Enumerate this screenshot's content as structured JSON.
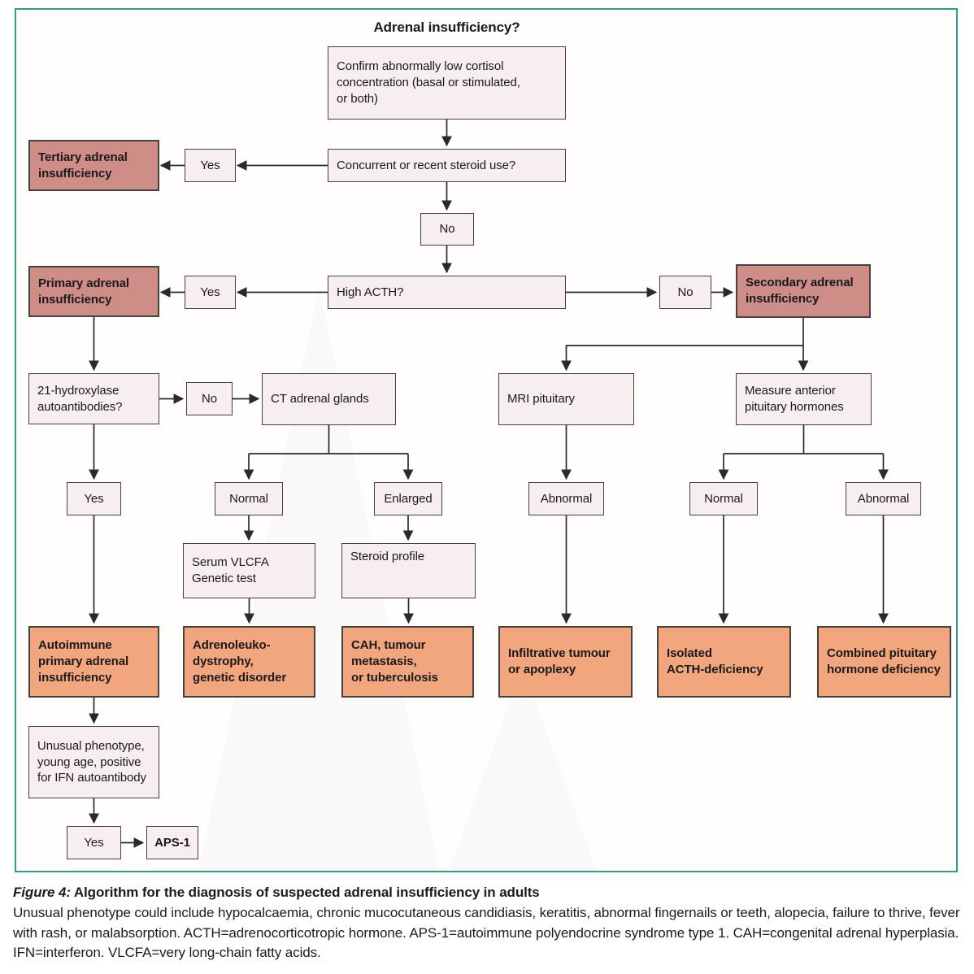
{
  "figure": {
    "title": "Adrenal insufficiency?",
    "caption_label": "Figure 4:",
    "caption_heading": " Algorithm for the diagnosis of suspected adrenal insufficiency in adults",
    "caption_body": "Unusual phenotype could include hypocalcaemia, chronic mucocutaneous candidiasis, keratitis, abnormal fingernails or teeth, alopecia, failure to thrive, fever with rash, or malabsorption. ACTH=adrenocorticotropic hormone. APS-1=autoimmune polyendocrine syndrome type 1. CAH=congenital adrenal hyperplasia. IFN=interferon. VLCFA=very long-chain fatty acids."
  },
  "colors": {
    "frame_teal": "#2e9e8a",
    "box_light": "#f6eef1",
    "box_rose": "#ce8d87",
    "box_orange": "#f2a67e",
    "box_border": "#454240",
    "arrow": "#2a2a2a"
  },
  "nodes": {
    "confirm": "Confirm abnormally low cortisol\nconcentration (basal or stimulated,\nor both)",
    "steroid_use": "Concurrent or recent steroid use?",
    "yes_tertiary": "Yes",
    "tertiary": "Tertiary adrenal\ninsufficiency",
    "no_steroid": "No",
    "high_acth": "High ACTH?",
    "yes_primary": "Yes",
    "primary": "Primary adrenal\ninsufficiency",
    "no_acth": "No",
    "secondary": "Secondary adrenal\ninsufficiency",
    "hydroxylase": "21-hydroxylase\nautoantibodies?",
    "no_hydroxylase": "No",
    "ct_adrenal": "CT adrenal glands",
    "mri_pituitary": "MRI pituitary",
    "measure_pituitary": "Measure anterior\npituitary hormones",
    "yes_hydroxylase": "Yes",
    "normal_ct": "Normal",
    "enlarged_ct": "Enlarged",
    "abnormal_mri": "Abnormal",
    "normal_hormones": "Normal",
    "abnormal_hormones": "Abnormal",
    "serum_vlcfa": "Serum VLCFA\nGenetic test",
    "steroid_profile": "Steroid profile",
    "autoimmune": "Autoimmune\nprimary adrenal\ninsufficiency",
    "adrenoleuko": "Adrenoleuko-\ndystrophy,\ngenetic disorder",
    "cah": "CAH, tumour\nmetastasis,\nor tuberculosis",
    "infiltrative": "Infiltrative tumour\nor apoplexy",
    "isolated": "Isolated\nACTH-deficiency",
    "combined": "Combined pituitary\nhormone deficiency",
    "unusual": "Unusual phenotype,\nyoung age, positive\nfor IFN autoantibody",
    "yes_phenotype": "Yes",
    "aps1": "APS-1"
  }
}
